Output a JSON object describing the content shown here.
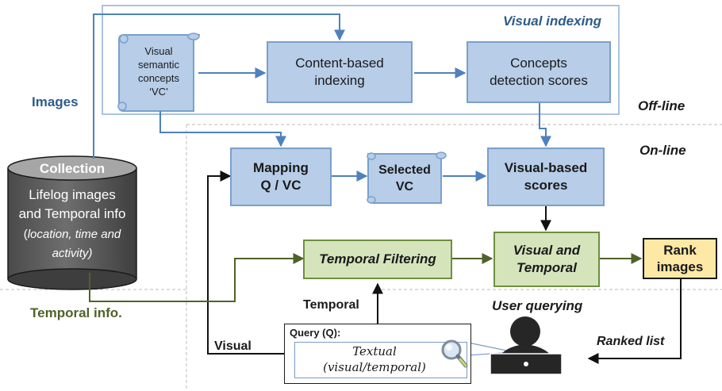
{
  "regions": {
    "visual_indexing": "Visual indexing",
    "off_line": "Off-line",
    "on_line": "On-line"
  },
  "labels": {
    "images": "Images",
    "temporal_info": "Temporal info.",
    "temporal": "Temporal",
    "visual": "Visual",
    "user_querying": "User querying",
    "ranked_list": "Ranked list"
  },
  "nodes": {
    "vc_scroll": [
      "Visual",
      "semantic",
      "concepts",
      "‘VC’"
    ],
    "content_indexing": [
      "Content-based",
      "indexing"
    ],
    "concept_scores": [
      "Concepts",
      "detection scores"
    ],
    "mapping": [
      "Mapping",
      "Q / VC"
    ],
    "selected_vc": [
      "Selected",
      "VC"
    ],
    "visual_scores": [
      "Visual-based",
      "scores"
    ],
    "temporal_filtering": "Temporal Filtering",
    "visual_temporal": [
      "Visual and",
      "Temporal"
    ],
    "rank_images": [
      "Rank",
      "images"
    ]
  },
  "collection": {
    "title": "Collection",
    "line1": "Lifelog images",
    "line2": "and Temporal info",
    "line3_pre": "(",
    "line3_italic": "location, time and",
    "line4_italic": "activity)"
  },
  "query": {
    "title": "Query (Q):",
    "line1": "Textual",
    "line2": "(visual/temporal)"
  },
  "colors": {
    "blue_fill": "#b7cde8",
    "blue_stroke": "#7aa0cc",
    "arrow_blue": "#4f81bd",
    "green_fill": "#d6e4bc",
    "green_stroke": "#6d8f3f",
    "rank_fill": "#fde8a6",
    "label_blue": "#2e5b8a",
    "label_green": "#4f6228"
  }
}
